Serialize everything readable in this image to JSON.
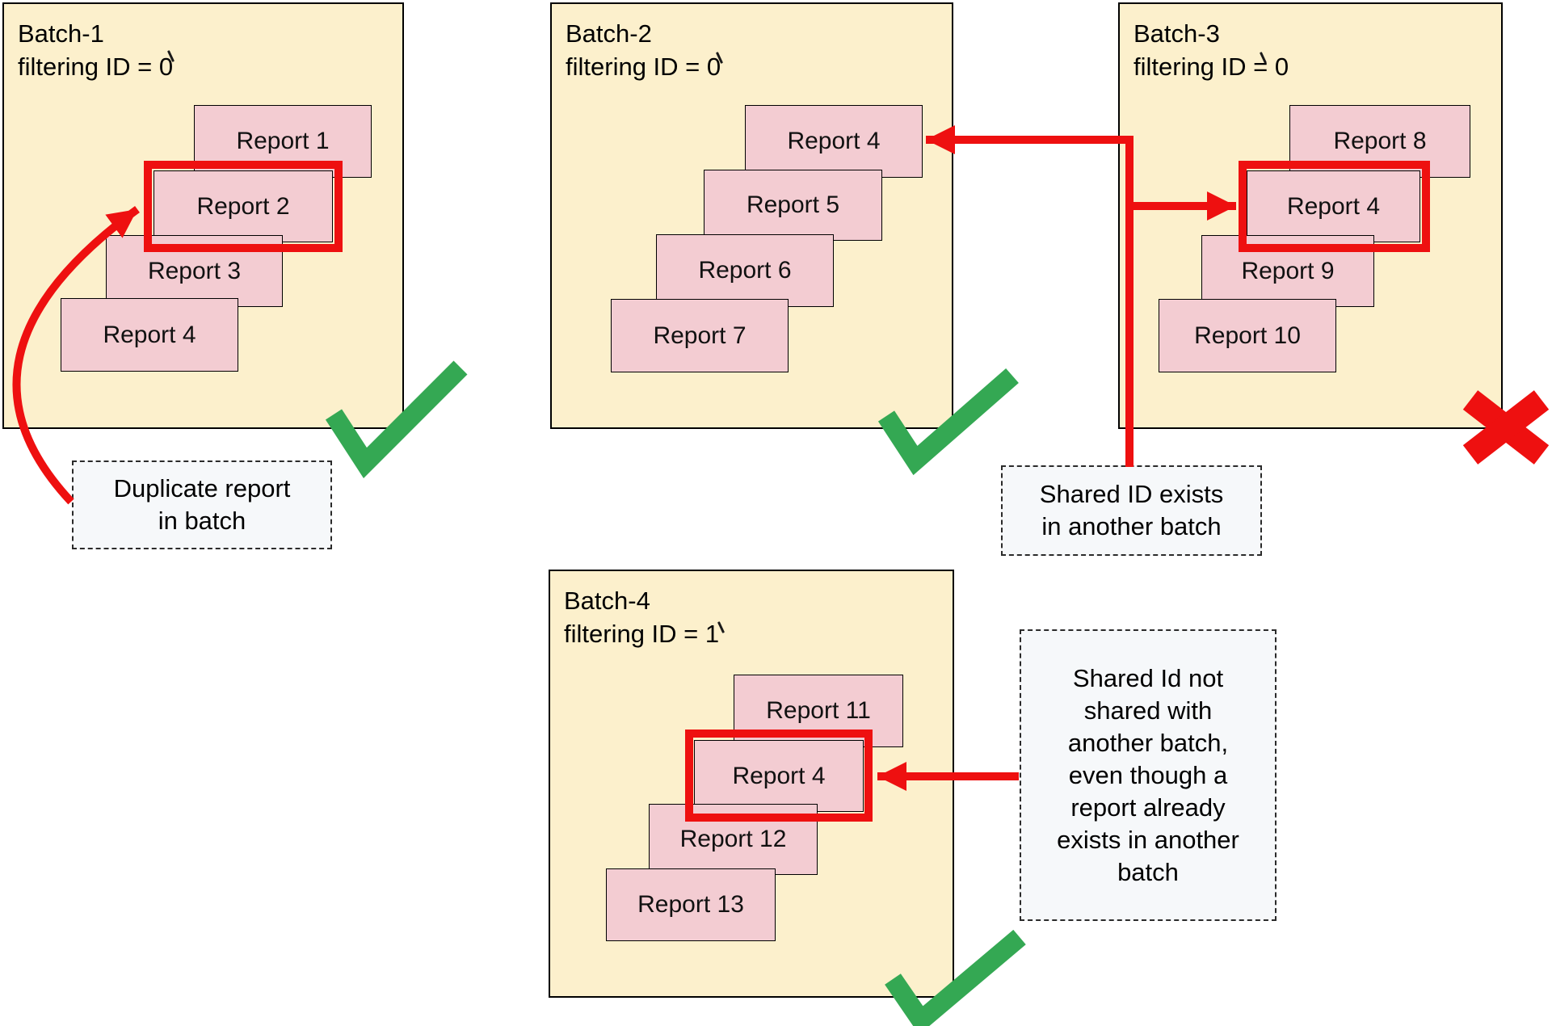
{
  "diagram": {
    "batches": [
      {
        "name": "Batch-1",
        "filter_line": "filtering ID = 0",
        "reports": [
          "Report 1",
          "Report 2",
          "Report 3",
          "Report 4"
        ],
        "highlighted_report": "Report 2",
        "status": "accepted"
      },
      {
        "name": "Batch-2",
        "filter_line": "filtering ID = 0",
        "reports": [
          "Report 4",
          "Report 5",
          "Report 6",
          "Report 7"
        ],
        "highlighted_report": "",
        "status": "accepted"
      },
      {
        "name": "Batch-3",
        "filter_line": "filtering ID = 0",
        "reports": [
          "Report 8",
          "Report 4",
          "Report 9",
          "Report 10"
        ],
        "highlighted_report": "Report 4",
        "status": "rejected"
      },
      {
        "name": "Batch-4",
        "filter_line": "filtering ID = 1",
        "reports": [
          "Report 11",
          "Report 4",
          "Report 12",
          "Report 13"
        ],
        "highlighted_report": "Report 4",
        "status": "accepted"
      }
    ],
    "notes": [
      {
        "id": "duplicate-note",
        "text": "Duplicate report\nin batch"
      },
      {
        "id": "shared-id-note",
        "text": "Shared ID exists\nin another batch"
      },
      {
        "id": "not-shared-note",
        "text": "Shared Id not\nshared with\nanother batch,\neven though a\nreport already\nexists in another\nbatch"
      }
    ],
    "icons": {
      "accepted": "green-checkmark-icon",
      "rejected": "red-x-icon"
    },
    "colors": {
      "batch_fill": "#FCF0CC",
      "report_fill": "#F3CCD2",
      "highlight_red": "#EE1010",
      "check_green": "#34A853",
      "note_fill": "#F6F8FA",
      "line_black": "#000000"
    }
  }
}
